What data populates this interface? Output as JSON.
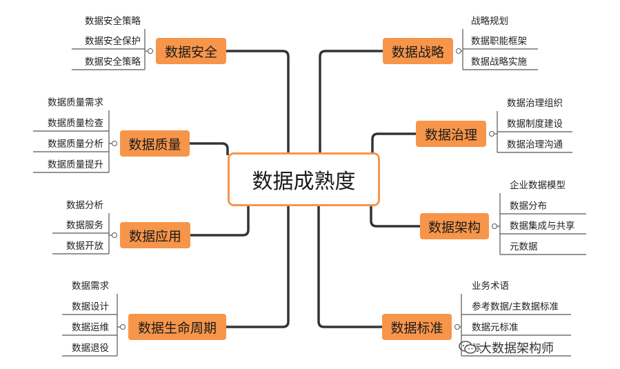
{
  "central": "数据成熟度",
  "left_branches": [
    {
      "name": "数据安全",
      "children": [
        "数据安全策略",
        "数据安全保护",
        "数据安全策略"
      ]
    },
    {
      "name": "数据质量",
      "children": [
        "数据质量需求",
        "数据质量检查",
        "数据质量分析",
        "数据质量提升"
      ]
    },
    {
      "name": "数据应用",
      "children": [
        "数据分析",
        "数据服务",
        "数据开放"
      ]
    },
    {
      "name": "数据生命周期",
      "children": [
        "数据需求",
        "数据设计",
        "数据运维",
        "数据退役"
      ]
    }
  ],
  "right_branches": [
    {
      "name": "数据战略",
      "children": [
        "战略规划",
        "数据职能框架",
        "数据战略实施"
      ]
    },
    {
      "name": "数据治理",
      "children": [
        "数据治理组织",
        "数据制度建设",
        "数据治理沟通"
      ]
    },
    {
      "name": "数据架构",
      "children": [
        "企业数据模型",
        "数据分布",
        "数据集成与共享",
        "元数据"
      ]
    },
    {
      "name": "数据标准",
      "children": [
        "业务术语",
        "参考数据/主数据标准",
        "数据元标准",
        "标"
      ]
    }
  ],
  "watermark": "大数据架构师",
  "colors": {
    "topic_fill": "#f7954a",
    "connector": "#333333",
    "sub_line": "#555555"
  }
}
